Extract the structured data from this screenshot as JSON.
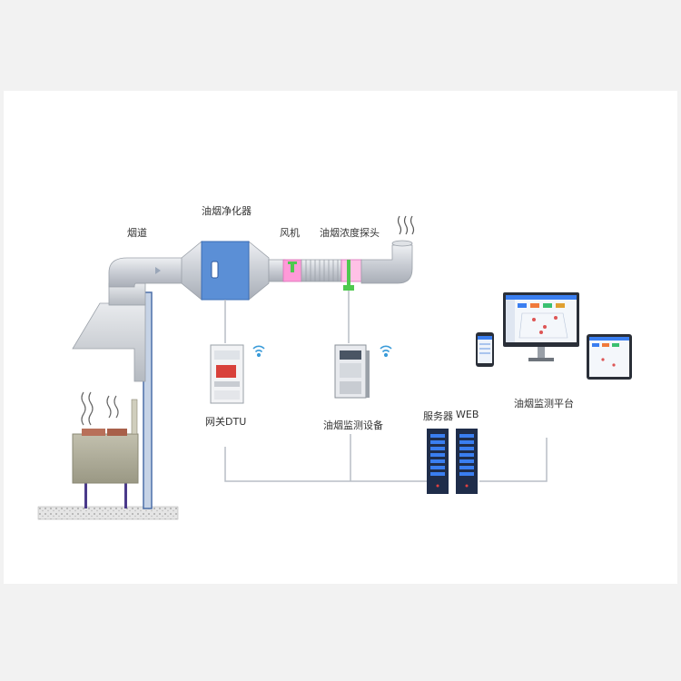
{
  "labels": {
    "flue": "烟道",
    "purifier": "油烟净化器",
    "fan": "风机",
    "probe": "油烟浓度探头",
    "gateway": "网关DTU",
    "monitor_device": "油烟监测设备",
    "server": "服务器",
    "web": "WEB",
    "platform": "油烟监测平台"
  },
  "colors": {
    "duct": "#cfd4dc",
    "purifier": "#5b8fd6",
    "fan": "#ff9ad8",
    "probe": "#4fc94f",
    "line": "#b8bec6",
    "wifi": "#3a9bd9",
    "server": "#1f2d4a",
    "server_led": "#3a7ef0"
  }
}
